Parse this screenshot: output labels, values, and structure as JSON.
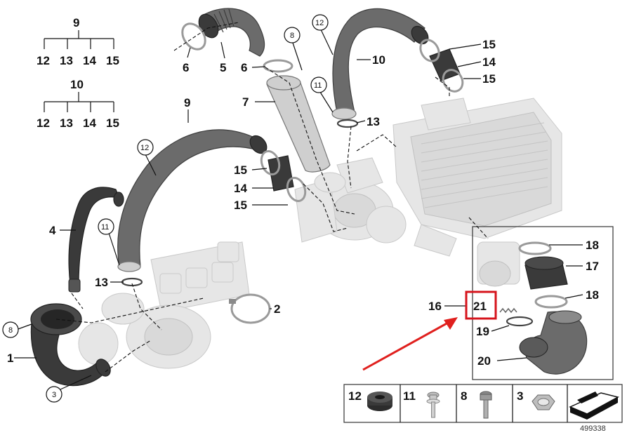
{
  "tree_9": {
    "parent": "9",
    "children": [
      "12",
      "13",
      "14",
      "15"
    ]
  },
  "tree_10": {
    "parent": "10",
    "children": [
      "12",
      "13",
      "14",
      "15"
    ]
  },
  "callouts": {
    "c1": "1",
    "c2": "2",
    "c4": "4",
    "c5": "5",
    "c6a": "6",
    "c6b": "6",
    "c7": "7",
    "c9": "9",
    "c10": "10",
    "c13a": "13",
    "c13b": "13",
    "c14a": "14",
    "c14b": "14",
    "c15a": "15",
    "c15b": "15",
    "c15c": "15",
    "c15d": "15",
    "c16": "16",
    "c17": "17",
    "c18a": "18",
    "c18b": "18",
    "c19": "19",
    "c20": "20",
    "c21": "21",
    "circ3": "3",
    "circ8a": "8",
    "circ8b": "8",
    "circ11a": "11",
    "circ11b": "11",
    "circ12a": "12",
    "circ12b": "12"
  },
  "legend": [
    {
      "label": "12",
      "icon": "grommet-icon"
    },
    {
      "label": "11",
      "icon": "screw-icon"
    },
    {
      "label": "8",
      "icon": "bolt-icon"
    },
    {
      "label": "3",
      "icon": "nut-icon"
    },
    {
      "label": "",
      "icon": "shim-icon"
    }
  ],
  "image_number": "499338",
  "colors": {
    "highlight_box": "#d6141c",
    "arrow": "#e0201e",
    "text": "#111111"
  }
}
